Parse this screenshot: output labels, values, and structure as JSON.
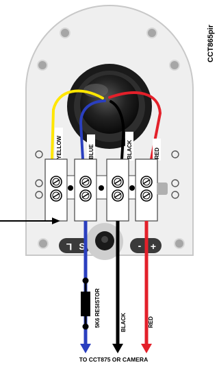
{
  "board": {
    "model_label": "CCT865pir"
  },
  "terminals": [
    {
      "label": "YELLOW",
      "wire_color": "#ffe600"
    },
    {
      "label": "BLUE",
      "wire_color": "#2a3fbf"
    },
    {
      "label": "BLACK",
      "wire_color": "#000000"
    },
    {
      "label": "RED",
      "wire_color": "#e3202a"
    }
  ],
  "pins": {
    "left_pin_a": "S",
    "left_pin_b": "L",
    "right_pin_a": "-",
    "right_pin_b": "+"
  },
  "cables": {
    "resistor_label": "5K6 RESISTOR",
    "black_label": "BLACK",
    "red_label": "RED",
    "destination_label": "TO CCT875 OR CAMERA"
  },
  "colors": {
    "board_fill": "#efefef",
    "board_stroke": "#c8c8c8",
    "screw_dot": "#9a9a9a",
    "sensor_dark": "#1a1a1a",
    "blue_cable": "#2a3fbf",
    "red_cable": "#e3202a",
    "black_cable": "#000000"
  }
}
